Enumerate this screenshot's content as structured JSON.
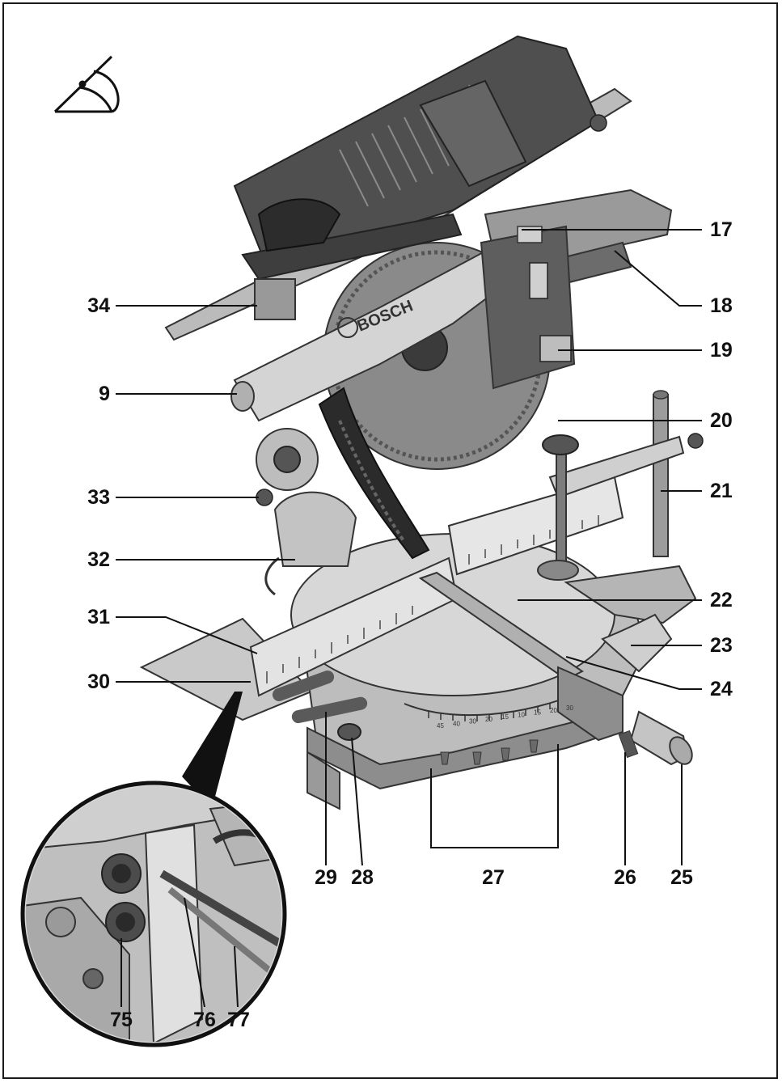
{
  "callouts": {
    "c17": "17",
    "c18": "18",
    "c19": "19",
    "c20": "20",
    "c21": "21",
    "c22": "22",
    "c23": "23",
    "c24": "24",
    "c34": "34",
    "c9": "9",
    "c33": "33",
    "c32": "32",
    "c31": "31",
    "c30": "30",
    "c29": "29",
    "c28": "28",
    "c27": "27",
    "c26": "26",
    "c25": "25",
    "c75": "75",
    "c76": "76",
    "c77": "77"
  },
  "brand_text": "BOSCH",
  "scale_numbers": [
    "45",
    "40",
    "30",
    "20",
    "15",
    "10",
    "15",
    "20",
    "30"
  ],
  "colors": {
    "machine_light": "#cfcfcf",
    "machine_mid": "#9e9e9e",
    "machine_dark": "#4a4a4a",
    "ink": "#111111"
  }
}
